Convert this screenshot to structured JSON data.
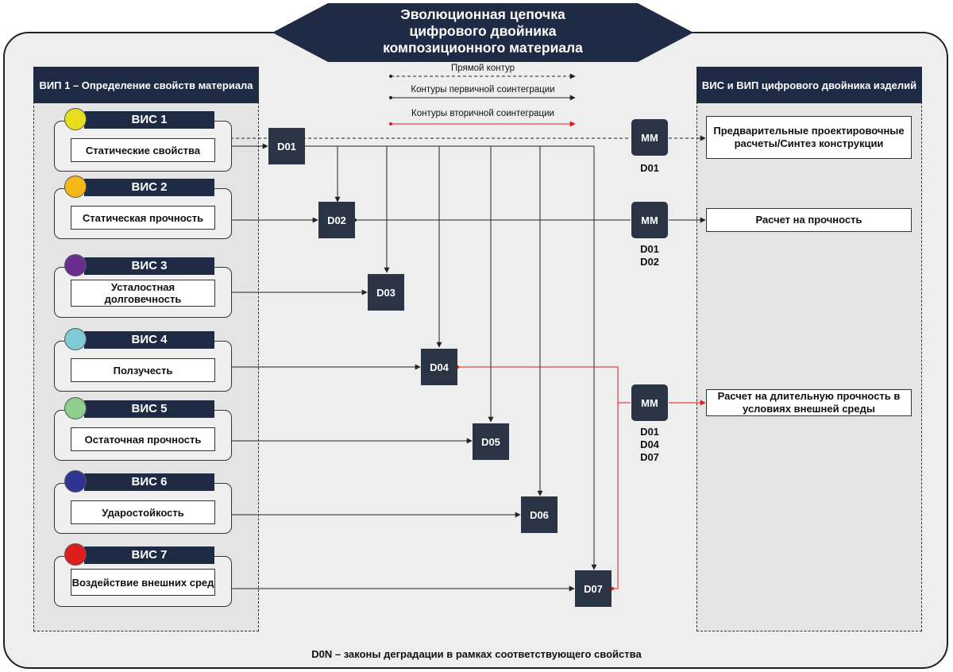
{
  "title": "Эволюционная цепочка\nцифрового двойника\nкомпозиционного материала",
  "left_panel": {
    "header": "ВИП 1  –  Определение свойств материала",
    "items": [
      {
        "tab": "ВИС 1",
        "label": "Статические свойства",
        "color": "#e6df1f"
      },
      {
        "tab": "ВИС 2",
        "label": "Статическая прочность",
        "color": "#f5b818"
      },
      {
        "tab": "ВИС 3",
        "label": "Усталостная долговечность",
        "color": "#6a2f8e"
      },
      {
        "tab": "ВИС 4",
        "label": "Ползучесть",
        "color": "#7ecbd6"
      },
      {
        "tab": "ВИС 5",
        "label": "Остаточная прочность",
        "color": "#8fcf8c"
      },
      {
        "tab": "ВИС 6",
        "label": "Ударостойкость",
        "color": "#2e3592"
      },
      {
        "tab": "ВИС 7",
        "label": "Воздействие внешних сред",
        "color": "#e01d1d"
      }
    ]
  },
  "legend": {
    "direct": "Прямой контур",
    "primary": "Контуры первичной соинтеграции",
    "secondary": "Контуры вторичной соинтеграции"
  },
  "d_nodes": [
    "D01",
    "D02",
    "D03",
    "D04",
    "D05",
    "D06",
    "D07"
  ],
  "mm_nodes": [
    {
      "label": "ММ",
      "caption": [
        "D01"
      ]
    },
    {
      "label": "ММ",
      "caption": [
        "D01",
        "D02"
      ]
    },
    {
      "label": "ММ",
      "caption": [
        "D01",
        "D04",
        "D07"
      ]
    }
  ],
  "right_panel": {
    "header": "ВИС и ВИП цифрового двойника изделий",
    "items": [
      "Предварительные проектировочные расчеты/Синтез конструкции",
      "Расчет на прочность",
      "Расчет на длительную прочность в условиях внешней среды"
    ]
  },
  "footer": "D0N – законы деградации в рамках соответствующего свойства",
  "colors": {
    "navy": "#1f2a44",
    "node": "#2b3445",
    "red": "#e01d1d"
  }
}
